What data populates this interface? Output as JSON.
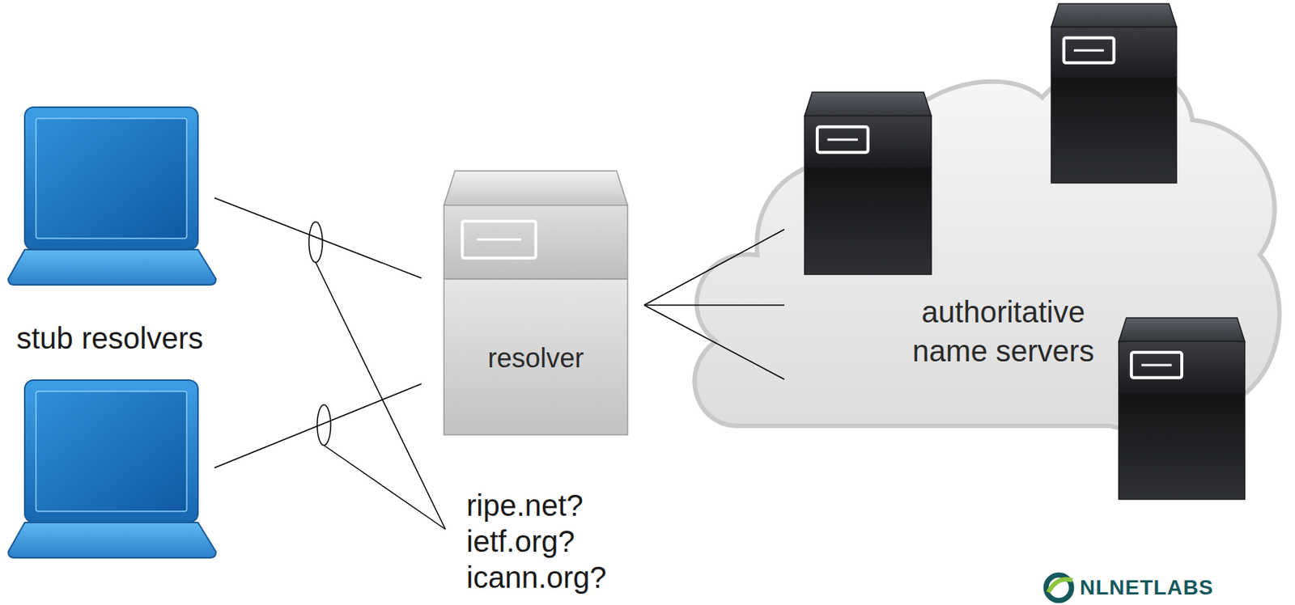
{
  "diagram": {
    "nodes": [
      {
        "text": [
          "resolver"
        ]
      },
      {
        "text": [
          "authoritative name servers"
        ]
      }
    ],
    "edges": [
      {
        "from": 0,
        "to": 1,
        "arrow": "none"
      },
      {
        "from": 0,
        "to": 1,
        "arrow": "none"
      },
      {
        "from": 0,
        "to": 1,
        "arrow": "none"
      }
    ],
    "labels": [
      "stub resolvers",
      "ripe.net?",
      "ietf.org?",
      "icann.org?",
      "NLNETLABS"
    ]
  }
}
